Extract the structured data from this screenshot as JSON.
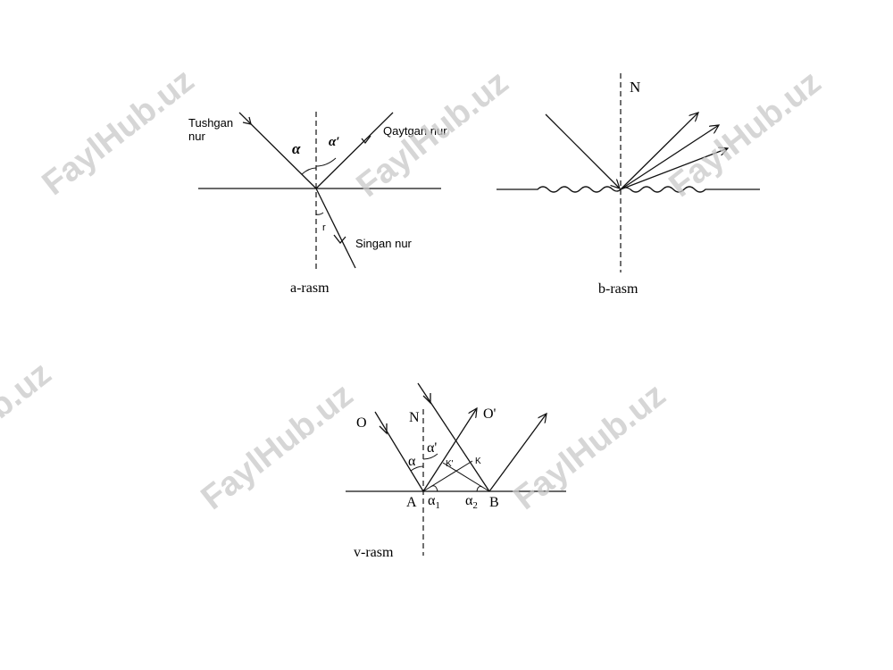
{
  "watermark": "FaylHub.uz",
  "figure_a": {
    "caption": "a-rasm",
    "incident_label_1": "Tushgan",
    "incident_label_2": "nur",
    "reflected_label": "Qaytgan nur",
    "refracted_label": "Singan nur",
    "angle_incidence": "α",
    "angle_reflection": "α′",
    "angle_refraction": "r"
  },
  "figure_b": {
    "caption": "b-rasm",
    "normal_label": "N"
  },
  "figure_v": {
    "caption": "v-rasm",
    "label_O": "O",
    "label_N": "N",
    "label_O_prime": "O'",
    "angle_alpha": "α",
    "angle_alpha_prime": "α'",
    "label_K_prime": "K'",
    "label_K": "K",
    "label_A": "A",
    "label_B": "B",
    "angle_alpha1_base": "α",
    "angle_alpha1_sub": "1",
    "angle_alpha2_base": "α",
    "angle_alpha2_sub": "2"
  }
}
